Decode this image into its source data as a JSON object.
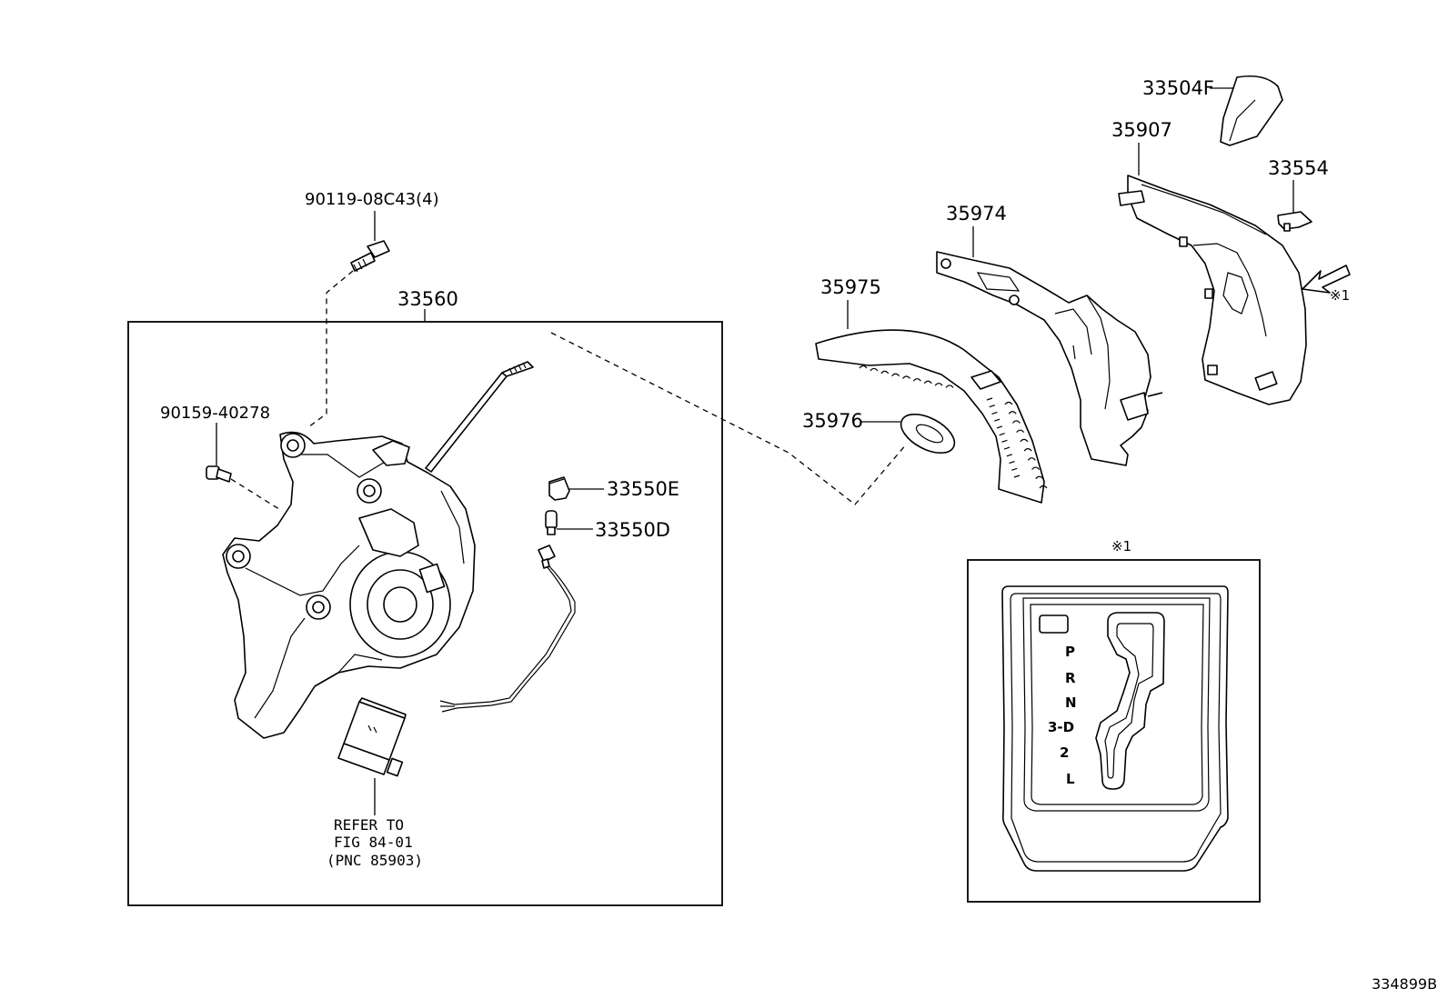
{
  "parts": {
    "p90119": "90119-08C43(4)",
    "p33560": "33560",
    "p90159": "90159-40278",
    "p33550e": "33550E",
    "p33550d": "33550D",
    "p35975": "35975",
    "p35976": "35976",
    "p35974": "35974",
    "p35907": "35907",
    "p33504f": "33504F",
    "p33554": "33554"
  },
  "notes": {
    "refer_line1": "REFER TO",
    "refer_line2": "FIG 84-01",
    "refer_line3": "(PNC 85903)",
    "ref_mark": "※1",
    "detail_title": "※1",
    "diagram_id": "334899B"
  },
  "gate_positions": [
    "P",
    "R",
    "N",
    "3-D",
    "2",
    "L"
  ]
}
